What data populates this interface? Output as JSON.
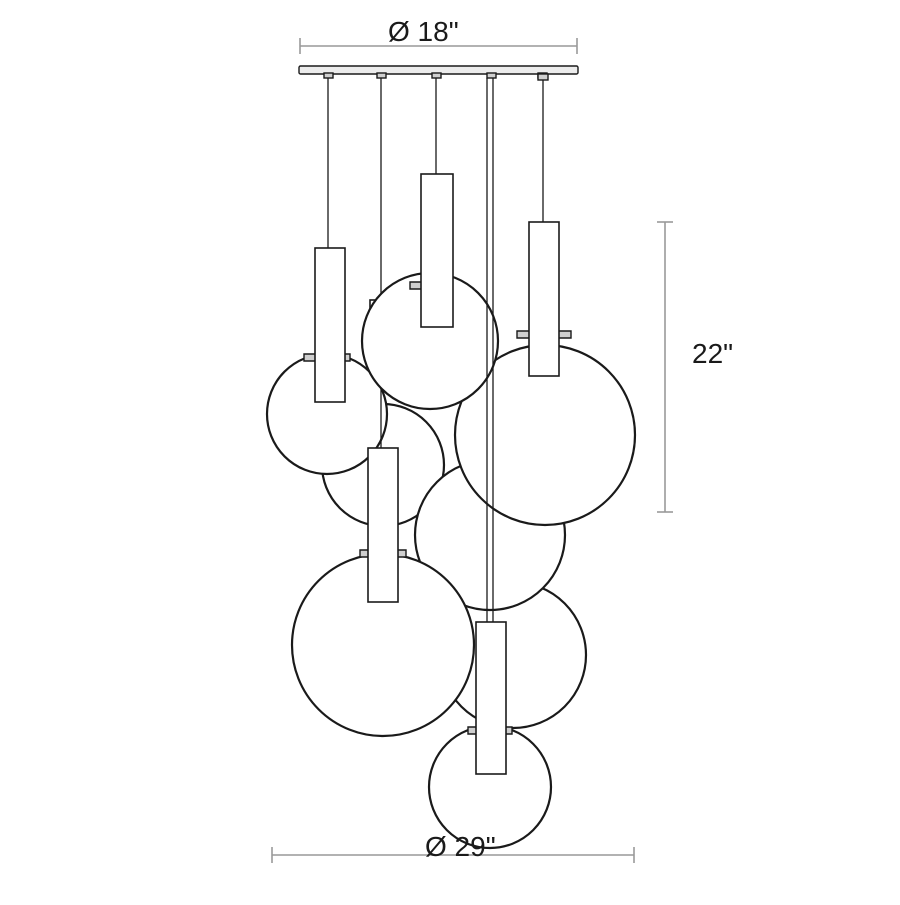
{
  "dimensions": {
    "canopy_diameter": "Ø 18\"",
    "height": "22\"",
    "spread_diameter": "Ø 29\""
  },
  "colors": {
    "line": "#1a1a1a",
    "dimension_line": "#999999",
    "background": "#ffffff"
  }
}
